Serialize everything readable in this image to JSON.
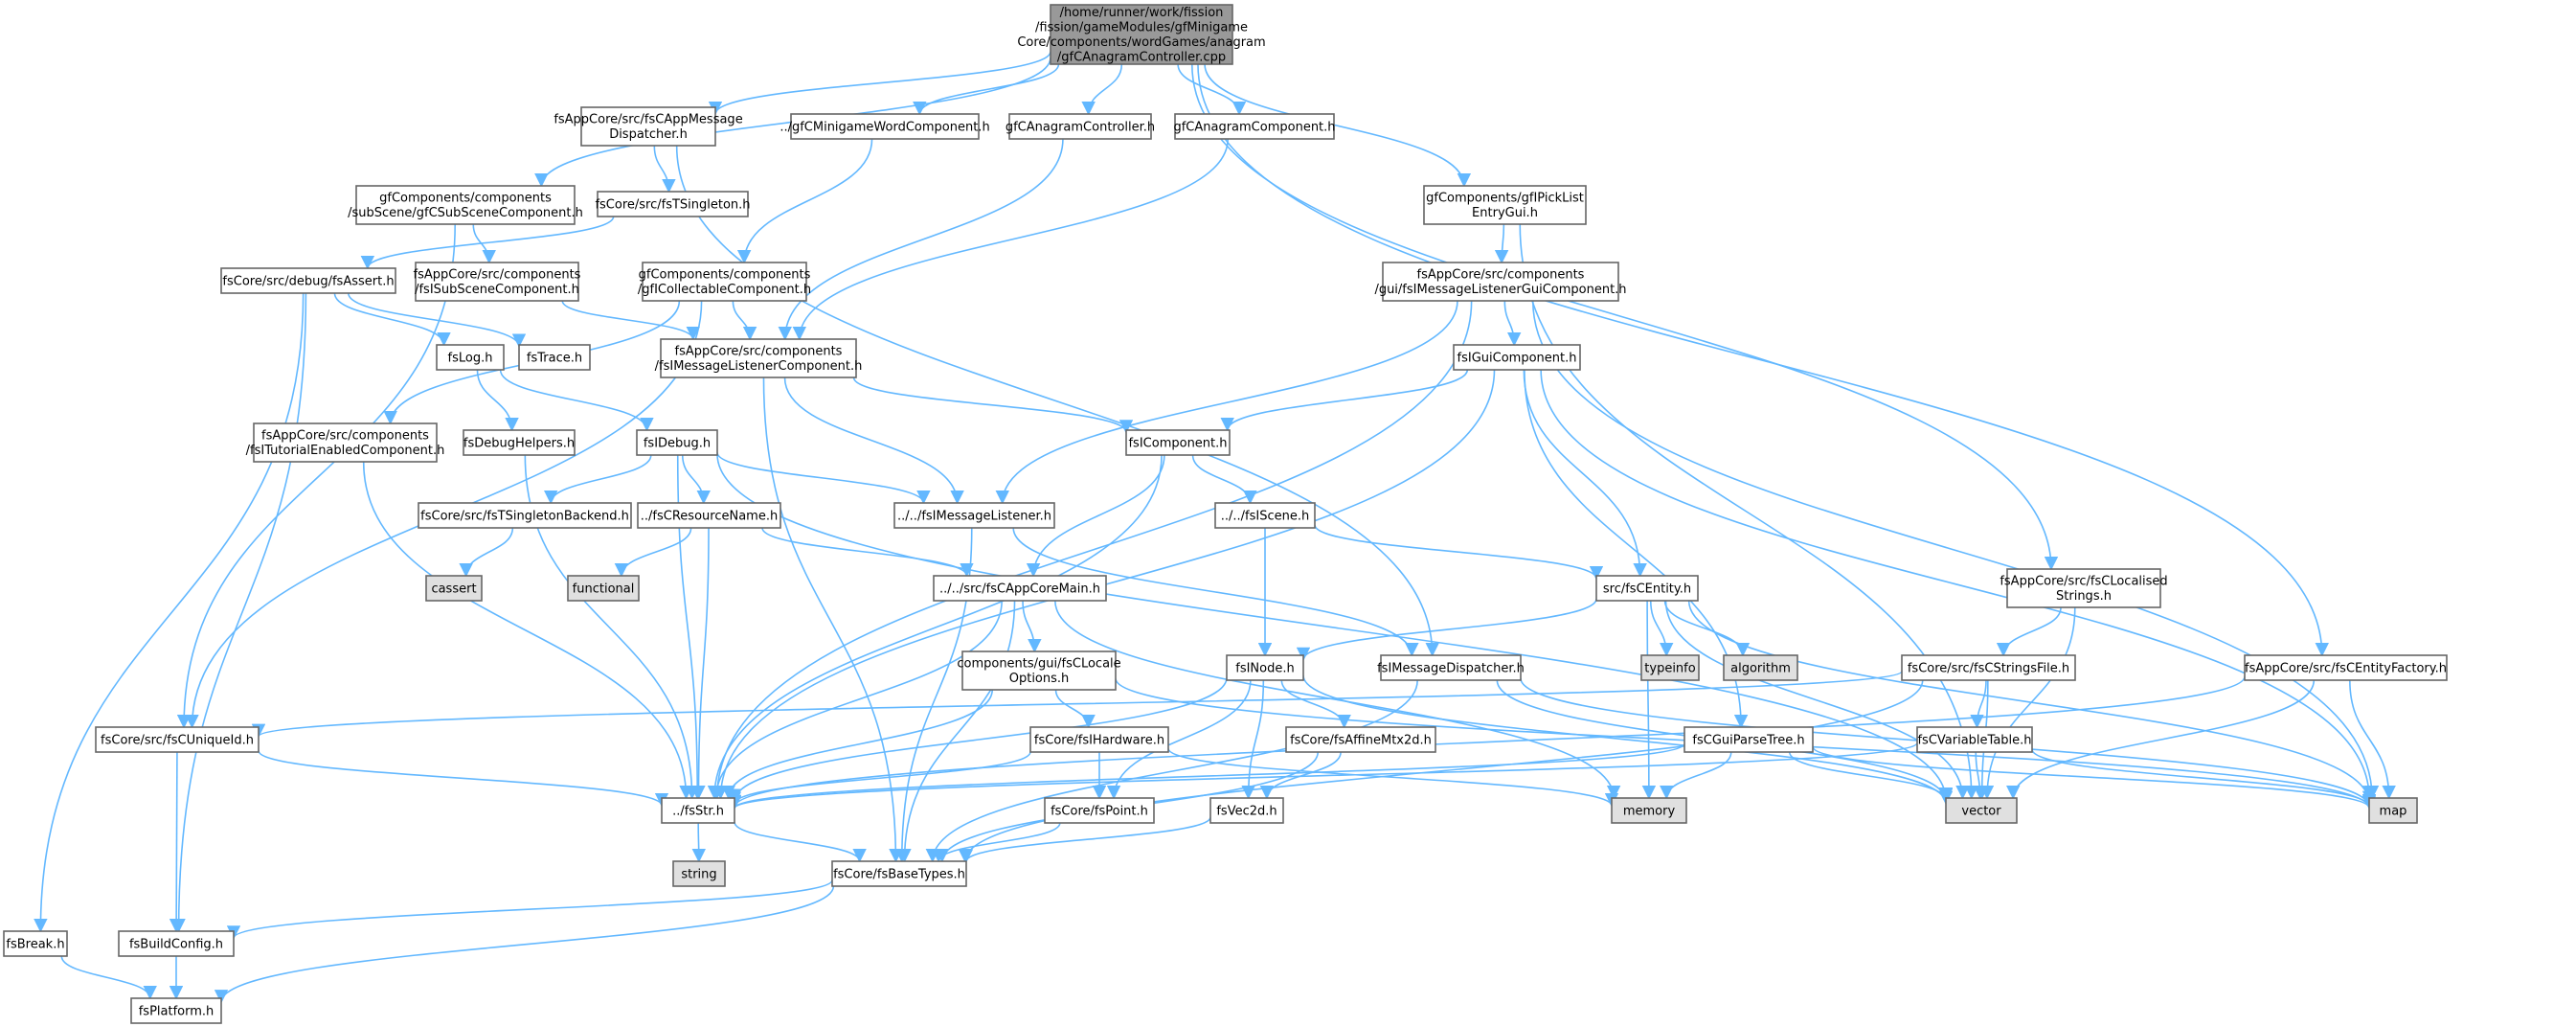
{
  "colors": {
    "edge": "#63b8ff",
    "root_fill": "#999999",
    "file_fill": "#ffffff",
    "system_fill": "#e0e0e0",
    "border": "#666666"
  },
  "nodes": [
    {
      "id": "root",
      "lines": [
        "/home/runner/work/fission",
        "/fission/gameModules/gfMinigame",
        "Core/components/wordGames/anagram",
        "/gfCAnagramController.cpp"
      ],
      "kind": "root"
    },
    {
      "id": "msgdisp",
      "lines": [
        "fsAppCore/src/fsCAppMessage",
        "Dispatcher.h"
      ],
      "kind": "file"
    },
    {
      "id": "gfcmini",
      "lines": [
        "../gfCMinigameWordComponent.h"
      ],
      "kind": "file"
    },
    {
      "id": "gfcanactrl",
      "lines": [
        "gfCAnagramController.h"
      ],
      "kind": "file"
    },
    {
      "id": "gfcanacomp",
      "lines": [
        "gfCAnagramComponent.h"
      ],
      "kind": "file"
    },
    {
      "id": "subscene",
      "lines": [
        "gfComponents/components",
        "/subScene/gfCSubSceneComponent.h"
      ],
      "kind": "file"
    },
    {
      "id": "tsingleton",
      "lines": [
        "fsCore/src/fsTSingleton.h"
      ],
      "kind": "file"
    },
    {
      "id": "picklist",
      "lines": [
        "gfComponents/gfIPickList",
        "EntryGui.h"
      ],
      "kind": "file"
    },
    {
      "id": "fsassert",
      "lines": [
        "fsCore/src/debug/fsAssert.h"
      ],
      "kind": "file"
    },
    {
      "id": "isubscene",
      "lines": [
        "fsAppCore/src/components",
        "/fsISubSceneComponent.h"
      ],
      "kind": "file"
    },
    {
      "id": "collectable",
      "lines": [
        "gfComponents/components",
        "/gfICollectableComponent.h"
      ],
      "kind": "file"
    },
    {
      "id": "msgguicomp",
      "lines": [
        "fsAppCore/src/components",
        "/gui/fsIMessageListenerGuiComponent.h"
      ],
      "kind": "file"
    },
    {
      "id": "fslog",
      "lines": [
        "fsLog.h"
      ],
      "kind": "file"
    },
    {
      "id": "fstrace",
      "lines": [
        "fsTrace.h"
      ],
      "kind": "file"
    },
    {
      "id": "msglistcomp",
      "lines": [
        "fsAppCore/src/components",
        "/fsIMessageListenerComponent.h"
      ],
      "kind": "file"
    },
    {
      "id": "guicomp",
      "lines": [
        "fsIGuiComponent.h"
      ],
      "kind": "file"
    },
    {
      "id": "tutorial",
      "lines": [
        "fsAppCore/src/components",
        "/fsITutorialEnabledComponent.h"
      ],
      "kind": "file"
    },
    {
      "id": "debughelpers",
      "lines": [
        "fsDebugHelpers.h"
      ],
      "kind": "file"
    },
    {
      "id": "fsidebug",
      "lines": [
        "fsIDebug.h"
      ],
      "kind": "file"
    },
    {
      "id": "icomponent",
      "lines": [
        "fsIComponent.h"
      ],
      "kind": "file"
    },
    {
      "id": "tsingbackend",
      "lines": [
        "fsCore/src/fsTSingletonBackend.h"
      ],
      "kind": "file"
    },
    {
      "id": "resname",
      "lines": [
        "../fsCResourceName.h"
      ],
      "kind": "file"
    },
    {
      "id": "msglistener",
      "lines": [
        "../../fsIMessageListener.h"
      ],
      "kind": "file"
    },
    {
      "id": "fsiscene",
      "lines": [
        "../../fsIScene.h"
      ],
      "kind": "file"
    },
    {
      "id": "cassert",
      "lines": [
        "cassert"
      ],
      "kind": "system"
    },
    {
      "id": "functional",
      "lines": [
        "functional"
      ],
      "kind": "system"
    },
    {
      "id": "srccentity",
      "lines": [
        "src/fsCEntity.h"
      ],
      "kind": "file"
    },
    {
      "id": "localised",
      "lines": [
        "fsAppCore/src/fsCLocalised",
        "Strings.h"
      ],
      "kind": "file"
    },
    {
      "id": "coremain",
      "lines": [
        "../../src/fsCAppCoreMain.h"
      ],
      "kind": "file"
    },
    {
      "id": "typeinfo",
      "lines": [
        "typeinfo"
      ],
      "kind": "system"
    },
    {
      "id": "algorithm",
      "lines": [
        "algorithm"
      ],
      "kind": "system"
    },
    {
      "id": "localeopts",
      "lines": [
        "components/gui/fsCLocale",
        "Options.h"
      ],
      "kind": "file"
    },
    {
      "id": "fsinode",
      "lines": [
        "fsINode.h"
      ],
      "kind": "file"
    },
    {
      "id": "imsgdisp",
      "lines": [
        "fsIMessageDispatcher.h"
      ],
      "kind": "file"
    },
    {
      "id": "stringsfile",
      "lines": [
        "fsCore/src/fsCStringsFile.h"
      ],
      "kind": "file"
    },
    {
      "id": "entityfactory",
      "lines": [
        "fsAppCore/src/fsCEntityFactory.h"
      ],
      "kind": "file"
    },
    {
      "id": "cuniqueid",
      "lines": [
        "fsCore/src/fsCUniqueId.h"
      ],
      "kind": "file"
    },
    {
      "id": "fsihardware",
      "lines": [
        "fsCore/fsIHardware.h"
      ],
      "kind": "file"
    },
    {
      "id": "affinemtx",
      "lines": [
        "fsCore/fsAffineMtx2d.h"
      ],
      "kind": "file"
    },
    {
      "id": "guiparsetree",
      "lines": [
        "fsCGuiParseTree.h"
      ],
      "kind": "file"
    },
    {
      "id": "cvartable",
      "lines": [
        "fsCVariableTable.h"
      ],
      "kind": "file"
    },
    {
      "id": "fsstr",
      "lines": [
        "../fsStr.h"
      ],
      "kind": "file"
    },
    {
      "id": "fspoint",
      "lines": [
        "fsCore/fsPoint.h"
      ],
      "kind": "file"
    },
    {
      "id": "fsvec2d",
      "lines": [
        "fsVec2d.h"
      ],
      "kind": "file"
    },
    {
      "id": "memory",
      "lines": [
        "memory"
      ],
      "kind": "system"
    },
    {
      "id": "vector",
      "lines": [
        "vector"
      ],
      "kind": "system"
    },
    {
      "id": "map",
      "lines": [
        "map"
      ],
      "kind": "system"
    },
    {
      "id": "string",
      "lines": [
        "string"
      ],
      "kind": "system"
    },
    {
      "id": "basetypes",
      "lines": [
        "fsCore/fsBaseTypes.h"
      ],
      "kind": "file"
    },
    {
      "id": "fsbreak",
      "lines": [
        "fsBreak.h"
      ],
      "kind": "file"
    },
    {
      "id": "buildconfig",
      "lines": [
        "fsBuildConfig.h"
      ],
      "kind": "file"
    },
    {
      "id": "platform",
      "lines": [
        "fsPlatform.h"
      ],
      "kind": "file"
    }
  ],
  "edges": [
    [
      "root",
      "subscene"
    ],
    [
      "root",
      "msgdisp"
    ],
    [
      "root",
      "gfcmini"
    ],
    [
      "root",
      "gfcanactrl"
    ],
    [
      "root",
      "gfcanacomp"
    ],
    [
      "root",
      "picklist"
    ],
    [
      "root",
      "localised"
    ],
    [
      "root",
      "entityfactory"
    ],
    [
      "msgdisp",
      "tsingleton"
    ],
    [
      "msgdisp",
      "imsgdisp"
    ],
    [
      "tsingleton",
      "fsassert"
    ],
    [
      "fsassert",
      "fsbreak"
    ],
    [
      "fsassert",
      "fslog"
    ],
    [
      "fsassert",
      "fstrace"
    ],
    [
      "fsassert",
      "buildconfig"
    ],
    [
      "fslog",
      "debughelpers"
    ],
    [
      "fslog",
      "fsidebug"
    ],
    [
      "debughelpers",
      "fsstr"
    ],
    [
      "fsidebug",
      "tsingbackend"
    ],
    [
      "fsidebug",
      "resname"
    ],
    [
      "fsidebug",
      "msglistener"
    ],
    [
      "fsidebug",
      "fsstr"
    ],
    [
      "fsidebug",
      "vector"
    ],
    [
      "tsingbackend",
      "cassert"
    ],
    [
      "resname",
      "functional"
    ],
    [
      "resname",
      "coremain"
    ],
    [
      "resname",
      "fsstr"
    ],
    [
      "subscene",
      "isubscene"
    ],
    [
      "subscene",
      "cuniqueid"
    ],
    [
      "isubscene",
      "msglistcomp"
    ],
    [
      "gfcmini",
      "collectable"
    ],
    [
      "collectable",
      "tutorial"
    ],
    [
      "collectable",
      "cuniqueid"
    ],
    [
      "collectable",
      "msglistcomp"
    ],
    [
      "gfcanactrl",
      "msglistcomp"
    ],
    [
      "gfcanacomp",
      "msglistcomp"
    ],
    [
      "msglistcomp",
      "icomponent"
    ],
    [
      "msglistcomp",
      "msglistener"
    ],
    [
      "msglistcomp",
      "basetypes"
    ],
    [
      "tutorial",
      "fsstr"
    ],
    [
      "picklist",
      "msgguicomp"
    ],
    [
      "picklist",
      "vector"
    ],
    [
      "msgguicomp",
      "guicomp"
    ],
    [
      "msgguicomp",
      "msglistener"
    ],
    [
      "msgguicomp",
      "fsstr"
    ],
    [
      "msgguicomp",
      "map"
    ],
    [
      "guicomp",
      "icomponent"
    ],
    [
      "guicomp",
      "srccentity"
    ],
    [
      "guicomp",
      "guiparsetree"
    ],
    [
      "guicomp",
      "fsstr"
    ],
    [
      "guicomp",
      "map"
    ],
    [
      "icomponent",
      "fsiscene"
    ],
    [
      "icomponent",
      "coremain"
    ],
    [
      "icomponent",
      "fsstr"
    ],
    [
      "fsiscene",
      "fsinode"
    ],
    [
      "fsiscene",
      "srccentity"
    ],
    [
      "msglistener",
      "imsgdisp"
    ],
    [
      "msglistener",
      "basetypes"
    ],
    [
      "srccentity",
      "typeinfo"
    ],
    [
      "srccentity",
      "algorithm"
    ],
    [
      "srccentity",
      "memory"
    ],
    [
      "srccentity",
      "vector"
    ],
    [
      "srccentity",
      "map"
    ],
    [
      "srccentity",
      "fsinode"
    ],
    [
      "coremain",
      "localeopts"
    ],
    [
      "coremain",
      "fsstr"
    ],
    [
      "coremain",
      "basetypes"
    ],
    [
      "coremain",
      "memory"
    ],
    [
      "localeopts",
      "fsihardware"
    ],
    [
      "localeopts",
      "fsstr"
    ],
    [
      "localeopts",
      "map"
    ],
    [
      "fsinode",
      "affinemtx"
    ],
    [
      "fsinode",
      "fspoint"
    ],
    [
      "fsinode",
      "fsvec2d"
    ],
    [
      "fsinode",
      "fsstr"
    ],
    [
      "fsinode",
      "vector"
    ],
    [
      "imsgdisp",
      "basetypes"
    ],
    [
      "imsgdisp",
      "vector"
    ],
    [
      "imsgdisp",
      "map"
    ],
    [
      "localised",
      "stringsfile"
    ],
    [
      "localised",
      "vector"
    ],
    [
      "stringsfile",
      "cvartable"
    ],
    [
      "stringsfile",
      "vector"
    ],
    [
      "stringsfile",
      "cuniqueid"
    ],
    [
      "stringsfile",
      "basetypes"
    ],
    [
      "entityfactory",
      "map"
    ],
    [
      "entityfactory",
      "vector"
    ],
    [
      "entityfactory",
      "fsstr"
    ],
    [
      "cuniqueid",
      "fsstr"
    ],
    [
      "cuniqueid",
      "buildconfig"
    ],
    [
      "fsihardware",
      "fspoint"
    ],
    [
      "fsihardware",
      "fsstr"
    ],
    [
      "fsihardware",
      "memory"
    ],
    [
      "affinemtx",
      "fsvec2d"
    ],
    [
      "affinemtx",
      "basetypes"
    ],
    [
      "guiparsetree",
      "fsstr"
    ],
    [
      "guiparsetree",
      "memory"
    ],
    [
      "guiparsetree",
      "vector"
    ],
    [
      "guiparsetree",
      "map"
    ],
    [
      "cvartable",
      "map"
    ],
    [
      "cvartable",
      "vector"
    ],
    [
      "cvartable",
      "fsstr"
    ],
    [
      "fsstr",
      "string"
    ],
    [
      "fsstr",
      "basetypes"
    ],
    [
      "fspoint",
      "basetypes"
    ],
    [
      "fsvec2d",
      "basetypes"
    ],
    [
      "basetypes",
      "buildconfig"
    ],
    [
      "basetypes",
      "platform"
    ],
    [
      "fsbreak",
      "platform"
    ],
    [
      "buildconfig",
      "platform"
    ]
  ]
}
